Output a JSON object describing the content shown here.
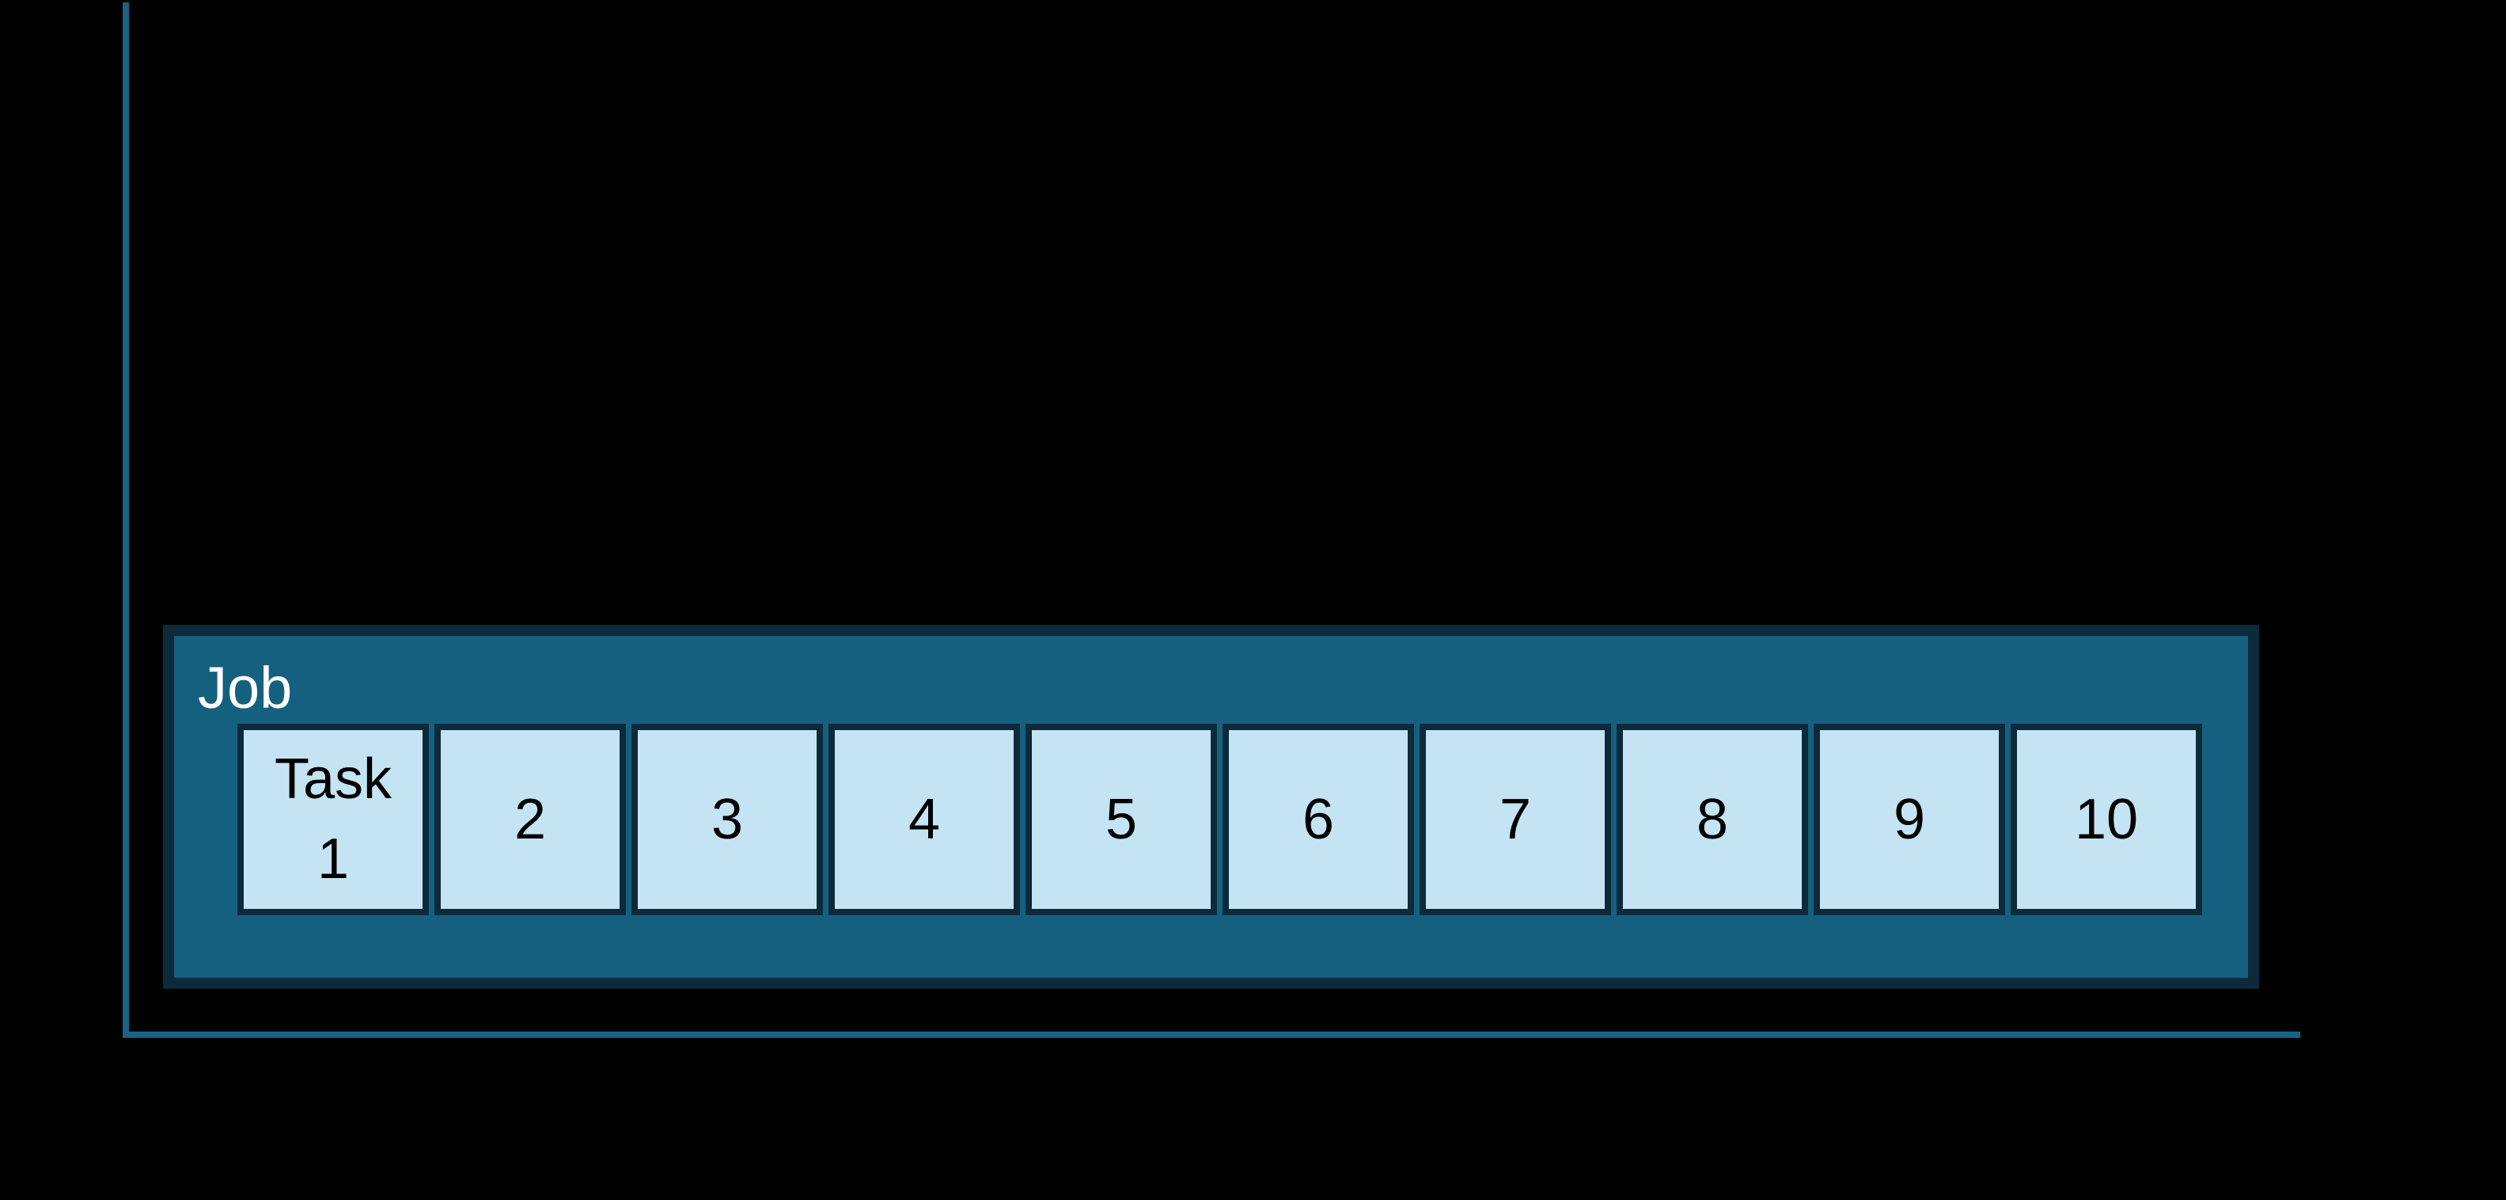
{
  "figure": {
    "background_color": "#000000",
    "axis_color": "#1A6384"
  },
  "job": {
    "label": "Job",
    "label_color": "#FFFFFF",
    "fill_color": "#16607F",
    "border_color": "#0C2A3A"
  },
  "tasks": {
    "fill_color": "#C4E4F4",
    "border_color": "#0C2A3A",
    "text_color": "#000000",
    "items": [
      "Task\n1",
      "2",
      "3",
      "4",
      "5",
      "6",
      "7",
      "8",
      "9",
      "10"
    ]
  }
}
